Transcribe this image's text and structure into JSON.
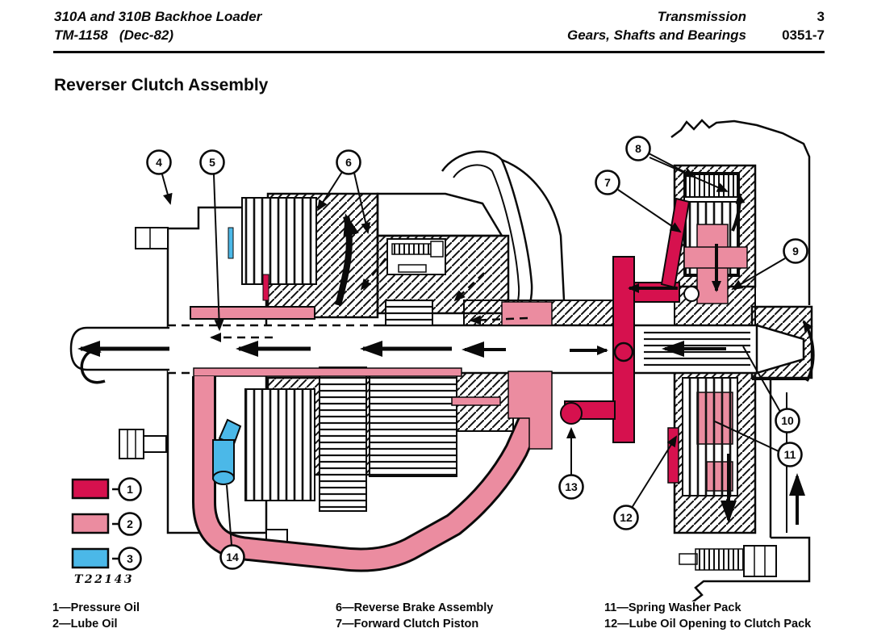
{
  "header": {
    "product": "310A and 310B Backhoe Loader",
    "manual": "TM-1158   (Dec-82)",
    "section": "Transmission",
    "subsection": "Gears, Shafts and Bearings",
    "page_number": "3",
    "section_code": "0351-7"
  },
  "title": "Reverser Clutch Assembly",
  "figure_number": "T22143",
  "colors": {
    "pressure_oil": "#D6114E",
    "lube_oil": "#EB8CA0",
    "oil_tube_blue": "#4BB8E8",
    "ink": "#0a0a0a"
  },
  "callouts": [
    "1",
    "2",
    "3",
    "4",
    "5",
    "6",
    "7",
    "8",
    "9",
    "10",
    "11",
    "12",
    "13",
    "14"
  ],
  "legend": {
    "swatches": [
      {
        "number": "1",
        "color": "#D6114E"
      },
      {
        "number": "2",
        "color": "#EB8CA0"
      },
      {
        "number": "3",
        "color": "#4BB8E8"
      }
    ]
  },
  "footer": {
    "columns": [
      {
        "items": [
          "1—Pressure Oil",
          "2—Lube Oil"
        ]
      },
      {
        "items": [
          "6—Reverse Brake Assembly",
          "7—Forward Clutch Piston"
        ]
      },
      {
        "items": [
          "11—Spring Washer Pack",
          "12—Lube Oil Opening to Clutch Pack"
        ]
      }
    ]
  }
}
